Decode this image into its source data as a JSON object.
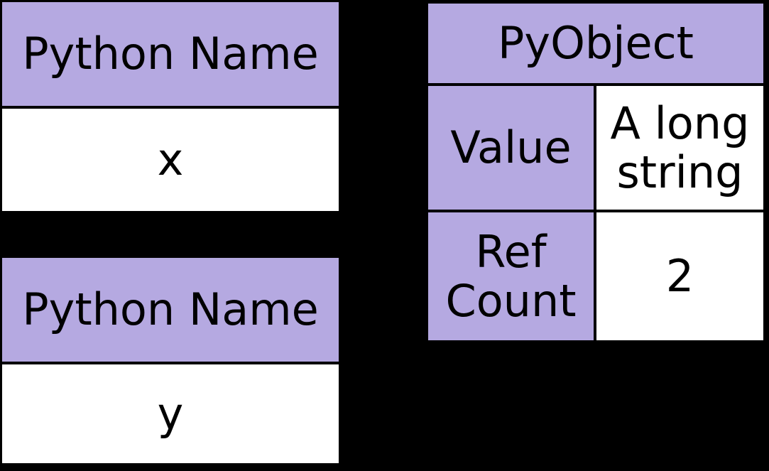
{
  "diagram": {
    "description": "Python reference count diagram: two Python names pointing to one PyObject",
    "name_table_x": {
      "header": "Python Name",
      "value": "x"
    },
    "name_table_y": {
      "header": "Python Name",
      "value": "y"
    },
    "pyobject_table": {
      "title": "PyObject",
      "rows": [
        {
          "label": "Value",
          "value": "A long string"
        },
        {
          "label": "Ref Count",
          "value": "2"
        }
      ]
    },
    "colors": {
      "background": "#000000",
      "header_fill": "#b5a9e1",
      "cell_fill": "#ffffff",
      "border": "#000000",
      "text": "#000000"
    }
  }
}
